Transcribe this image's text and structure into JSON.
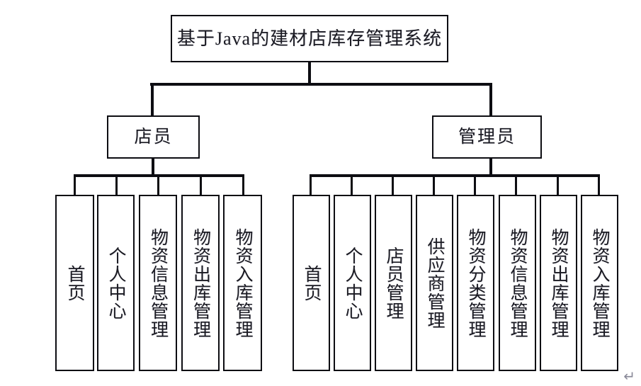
{
  "diagram": {
    "type": "organization-tree",
    "title": "基于Java的建材店库存管理系统",
    "background_color": "#ffffff",
    "line_color": "#0d0d12",
    "text_color": "#1a1a22",
    "paragraph_mark": "↵",
    "roles": [
      {
        "id": "clerk",
        "label": "店员",
        "features": [
          {
            "label": "首页"
          },
          {
            "label": "个人中心"
          },
          {
            "label": "物资信息管理"
          },
          {
            "label": "物资出库管理"
          },
          {
            "label": "物资入库管理"
          }
        ]
      },
      {
        "id": "admin",
        "label": "管理员",
        "features": [
          {
            "label": "首页"
          },
          {
            "label": "个人中心"
          },
          {
            "label": "店员管理"
          },
          {
            "label": "供应商管理"
          },
          {
            "label": "物资分类管理"
          },
          {
            "label": "物资信息管理"
          },
          {
            "label": "物资出库管理"
          },
          {
            "label": "物资入库管理"
          }
        ]
      }
    ]
  }
}
